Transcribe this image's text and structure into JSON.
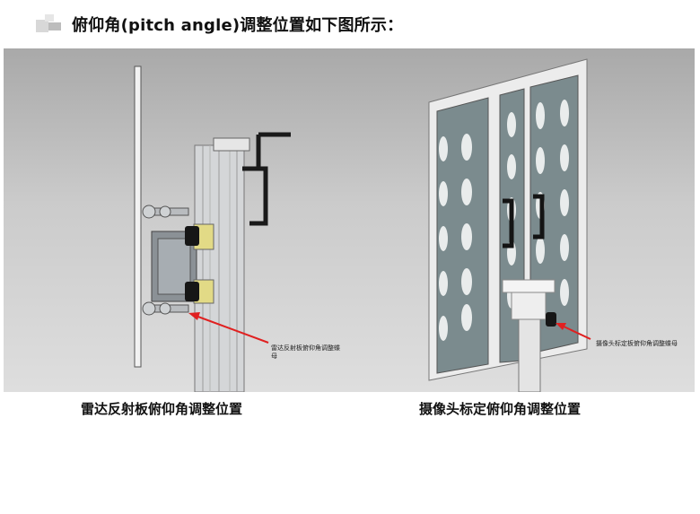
{
  "heading": "俯仰角(pitch angle)调整位置如下图所示：",
  "left_figure": {
    "callout_line1": "雷达反射板俯仰角调整蝶",
    "callout_line2": "母",
    "caption": "雷达反射板俯仰角调整位置"
  },
  "right_figure": {
    "callout": "摄像头标定板俯仰角调整蝶母",
    "caption": "摄像头标定俯仰角调整位置"
  },
  "colors": {
    "arrow": "#e02020",
    "bracket_yellow": "#e2da86",
    "glass_panel": "#7b8b8e"
  }
}
